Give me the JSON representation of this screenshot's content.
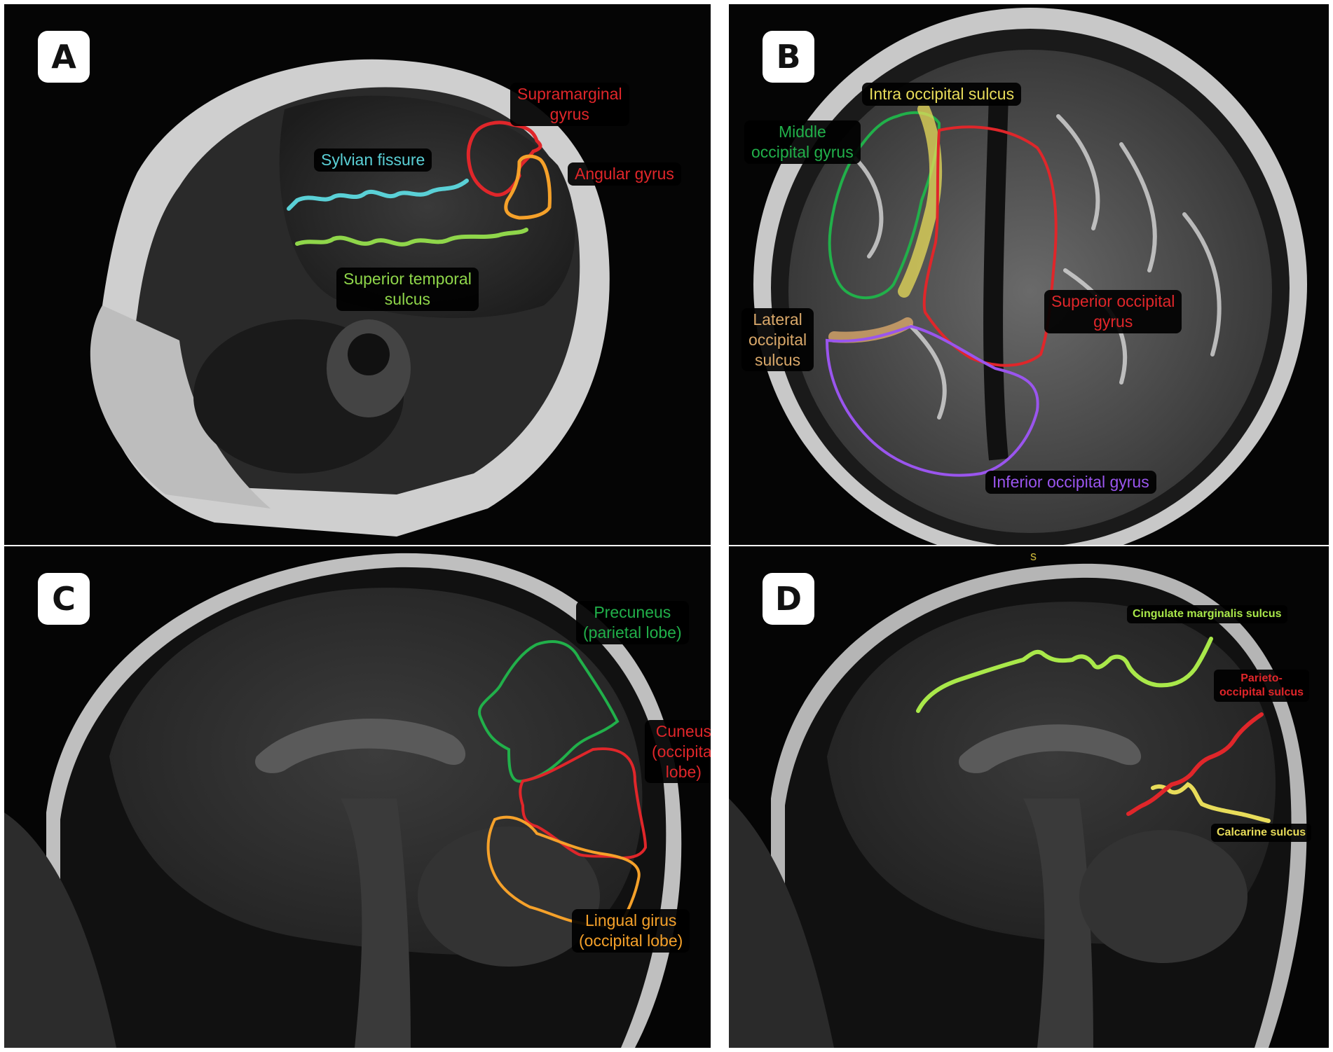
{
  "panels": {
    "A": {
      "badge": "A",
      "labels": {
        "sylvian": "Sylvian fissure",
        "supramarginal_1": "Supramarginal",
        "supramarginal_2": "gyrus",
        "angular": "Angular gyrus",
        "sts_1": "Superior temporal",
        "sts_2": "sulcus"
      }
    },
    "B": {
      "badge": "B",
      "labels": {
        "intra": "Intra occipital sulcus",
        "middle_1": "Middle",
        "middle_2": "occipital gyrus",
        "superior_1": "Superior occipital",
        "superior_2": "gyrus",
        "lateral_1": "Lateral",
        "lateral_2": "occipital",
        "lateral_3": "sulcus",
        "inferior": "Inferior occipital gyrus"
      }
    },
    "C": {
      "badge": "C",
      "labels": {
        "precuneus_1": "Precuneus",
        "precuneus_2": "(parietal lobe)",
        "cuneus_1": "Cuneus",
        "cuneus_2": "(occipital",
        "cuneus_3": "lobe)",
        "lingual_1": "Lingual girus",
        "lingual_2": "(occipital lobe)"
      }
    },
    "D": {
      "badge": "D",
      "stray": "s",
      "labels": {
        "cingulate": "Cingulate marginalis sulcus",
        "parieto_1": "Parieto-",
        "parieto_2": "occipital sulcus",
        "calcarine": "Calcarine sulcus"
      }
    }
  },
  "colors": {
    "cyan": "#5ad0d6",
    "red": "#e0262a",
    "orange": "#f5a12a",
    "green_light": "#8fd64a",
    "green": "#21b04a",
    "yellow": "#e8dc5a",
    "tan": "#d9a86a",
    "purple": "#9a55ee",
    "lime": "#a9e84a"
  }
}
